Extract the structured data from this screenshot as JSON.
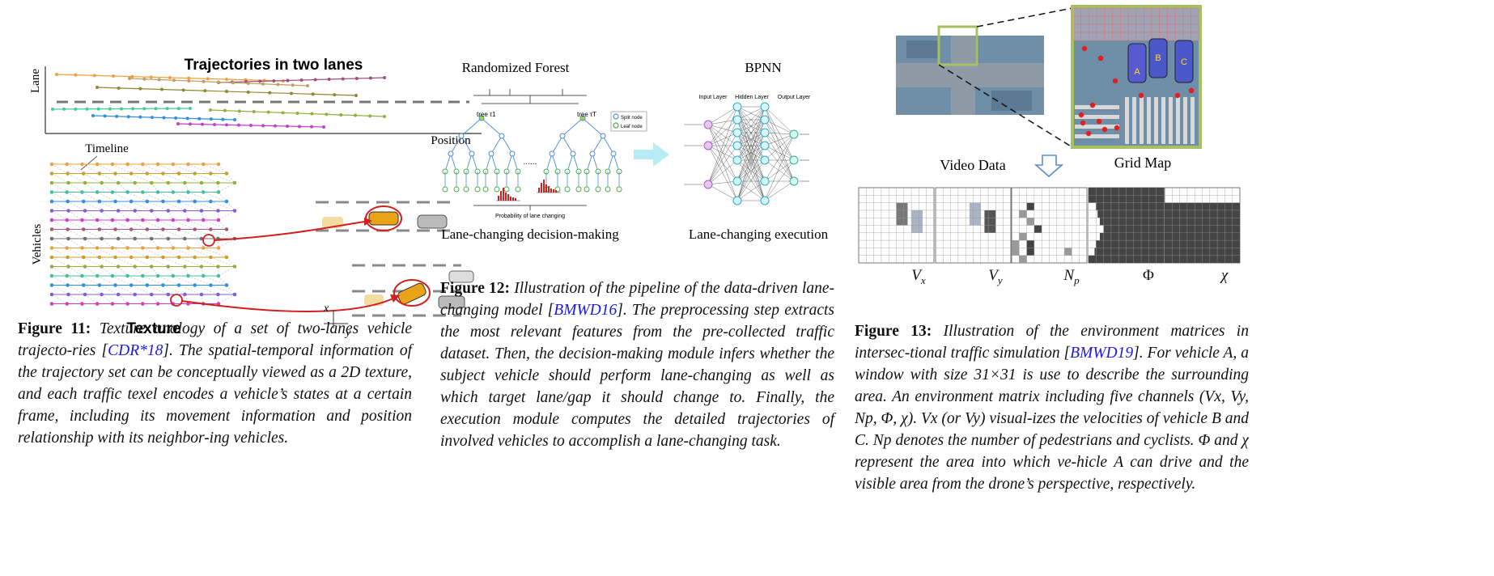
{
  "fig11": {
    "chart_title": "Trajectories in two lanes",
    "lane_axis": "Lane",
    "position_axis": "Position",
    "timeline_label": "Timeline",
    "vehicles_axis": "Vehicles",
    "texture_label": "Texture",
    "x_axis_label": "x",
    "y_axis_label": "y",
    "caption_label": "Figure 11:",
    "caption_p1": " Texture analogy of a set of two-lanes vehicle trajecto-ries [",
    "caption_cite": "CDR*18",
    "caption_p2": "]. The spatial-temporal information of the trajectory set can be conceptually viewed as a 2D texture, and each traffic texel encodes a vehicle’s states at a certain frame, including its movement information and position relationship with its neighbor-ing vehicles."
  },
  "fig12": {
    "rf_title": "Randomized Forest",
    "bpnn_title": "BPNN",
    "tree_label_1": "tree τ1",
    "tree_label_2": "tree τT",
    "legend_split": "Split node",
    "legend_leaf": "Leaf node",
    "prob_label": "Probability of lane changing",
    "input_layer": "Input Layer",
    "hidden_layer": "Hidden Layer",
    "output_layer": "Output Layer",
    "decision_label": "Lane-changing decision-making",
    "execution_label": "Lane-changing execution",
    "caption_label": "Figure 12:",
    "caption_p1": " Illustration of the pipeline of the data-driven lane-changing model [",
    "caption_cite": "BMWD16",
    "caption_p2": "]. The preprocessing step extracts the most relevant features from the pre-collected traffic dataset. Then, the decision-making module infers whether the subject vehicle should perform lane-changing as well as which target lane/gap it should change to. Finally, the execution module computes the detailed trajectories of involved vehicles to accomplish a lane-changing task."
  },
  "fig13": {
    "video_label": "Video Data",
    "grid_label": "Grid Map",
    "car_a": "A",
    "car_b": "B",
    "car_c": "C",
    "channel_labels": [
      "Vx",
      "Vy",
      "Np",
      "Φ",
      "χ"
    ],
    "caption_label": "Figure 13:",
    "caption_p1": " Illustration of the environment matrices in intersec-tional traffic simulation [",
    "caption_cite": "BMWD19",
    "caption_p2": "]. For vehicle A, a window with size 31×31 is use to describe the surrounding area. An environment matrix including five channels (Vx, Vy, Np, Φ, χ). Vx (or Vy) visual-izes the velocities of vehicle B and C. Np denotes the number of pedestrians and cyclists. Φ and χ represent the area into which ve-hicle A can drive and the visible area from the drone’s perspective, respectively."
  },
  "colors": {
    "cite": "#1a1aee",
    "grid_frame": "#a8c060",
    "arrow": "#9ec4ea",
    "dark_cell": "#444444"
  }
}
